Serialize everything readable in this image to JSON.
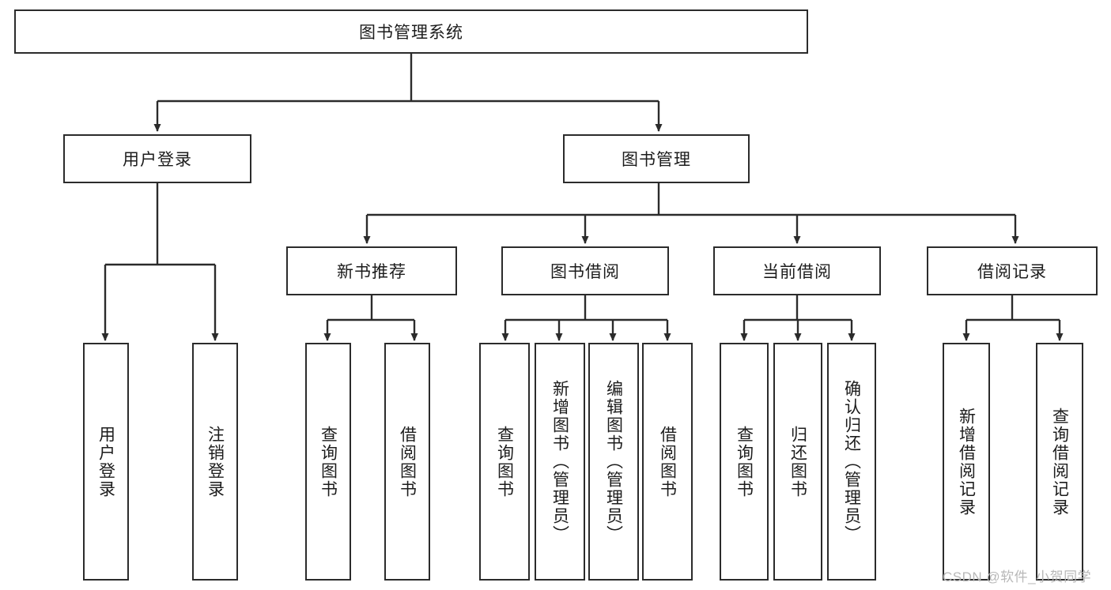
{
  "diagram": {
    "title_node": {
      "label": "图书管理系统"
    },
    "level2": [
      {
        "id": "user-login",
        "label": "用户登录"
      },
      {
        "id": "book-manage",
        "label": "图书管理"
      }
    ],
    "level3": [
      {
        "id": "new-book-recommend",
        "label": "新书推荐"
      },
      {
        "id": "book-borrow",
        "label": "图书借阅"
      },
      {
        "id": "current-borrow",
        "label": "当前借阅"
      },
      {
        "id": "borrow-record",
        "label": "借阅记录"
      }
    ],
    "leaves": {
      "user_login": [
        {
          "id": "leaf-user-login",
          "label": "用户登录"
        },
        {
          "id": "leaf-logout-login",
          "label": "注销登录"
        }
      ],
      "new_book_recommend": [
        {
          "id": "leaf-query-book-1",
          "label": "查询图书"
        },
        {
          "id": "leaf-borrow-book-1",
          "label": "借阅图书"
        }
      ],
      "book_borrow": [
        {
          "id": "leaf-query-book-2",
          "label": "查询图书"
        },
        {
          "id": "leaf-add-book",
          "label": "新增图书（管理员）"
        },
        {
          "id": "leaf-edit-book",
          "label": "编辑图书（管理员）"
        },
        {
          "id": "leaf-borrow-book-2",
          "label": "借阅图书"
        }
      ],
      "current_borrow": [
        {
          "id": "leaf-query-book-3",
          "label": "查询图书"
        },
        {
          "id": "leaf-return-book",
          "label": "归还图书"
        },
        {
          "id": "leaf-confirm-return",
          "label": "确认归还（管理员）"
        }
      ],
      "borrow_record": [
        {
          "id": "leaf-add-record",
          "label": "新增借阅记录"
        },
        {
          "id": "leaf-query-record",
          "label": "查询借阅记录"
        }
      ]
    }
  },
  "watermark": {
    "text": "CSDN @软件_小贺同学"
  },
  "colors": {
    "border": "#2b2b2b",
    "text": "#1c1c1c",
    "background": "#ffffff",
    "watermark": "#b8b8b8"
  }
}
